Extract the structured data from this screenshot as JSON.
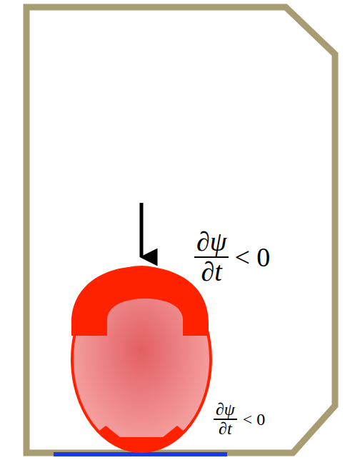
{
  "diagram": {
    "labels": [
      "∂ψ",
      "∂t",
      "< 0",
      "∂ψ",
      "∂t",
      "< 0"
    ]
  }
}
